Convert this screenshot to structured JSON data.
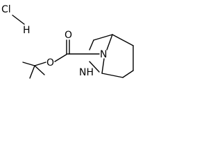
{
  "molecule": {
    "salt": {
      "chlorine": "Cl",
      "hydrogen": "H"
    },
    "atoms": {
      "carbonyl_oxygen": "O",
      "ester_oxygen": "O",
      "bridge_nitrogen": "N",
      "amine": "NH"
    },
    "colors": {
      "bond": "#000000",
      "text": "#000000",
      "background": "#ffffff"
    }
  }
}
